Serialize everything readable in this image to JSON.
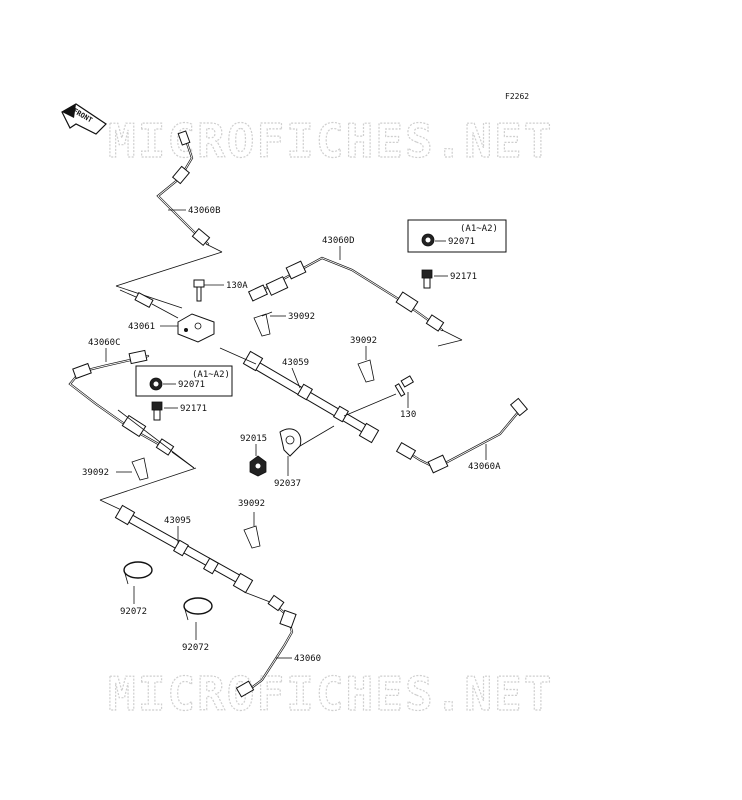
{
  "figure_code": "F2262",
  "front_label": "FRONT",
  "watermark": "MICROFICHES.NET",
  "colors": {
    "ink": "#111111",
    "watermark": "#cfcfcf",
    "background": "#ffffff"
  },
  "parts": [
    {
      "id": "43060B",
      "text": "43060B"
    },
    {
      "id": "43060D",
      "text": "43060D"
    },
    {
      "id": "A1A2_top",
      "text": "(A1~A2)"
    },
    {
      "id": "92071_top",
      "text": "92071"
    },
    {
      "id": "92171_top",
      "text": "92171"
    },
    {
      "id": "130A",
      "text": "130A"
    },
    {
      "id": "39092_a",
      "text": "39092"
    },
    {
      "id": "43061",
      "text": "43061"
    },
    {
      "id": "43060C",
      "text": "43060C"
    },
    {
      "id": "43059",
      "text": "43059"
    },
    {
      "id": "39092_b",
      "text": "39092"
    },
    {
      "id": "A1A2_mid",
      "text": "(A1~A2)"
    },
    {
      "id": "92071_mid",
      "text": "92071"
    },
    {
      "id": "92171_mid",
      "text": "92171"
    },
    {
      "id": "130",
      "text": "130"
    },
    {
      "id": "92015",
      "text": "92015"
    },
    {
      "id": "92037",
      "text": "92037"
    },
    {
      "id": "39092_c",
      "text": "39092"
    },
    {
      "id": "43060A",
      "text": "43060A"
    },
    {
      "id": "39092_d",
      "text": "39092"
    },
    {
      "id": "43095",
      "text": "43095"
    },
    {
      "id": "92072_a",
      "text": "92072"
    },
    {
      "id": "92072_b",
      "text": "92072"
    },
    {
      "id": "43060",
      "text": "43060"
    }
  ]
}
